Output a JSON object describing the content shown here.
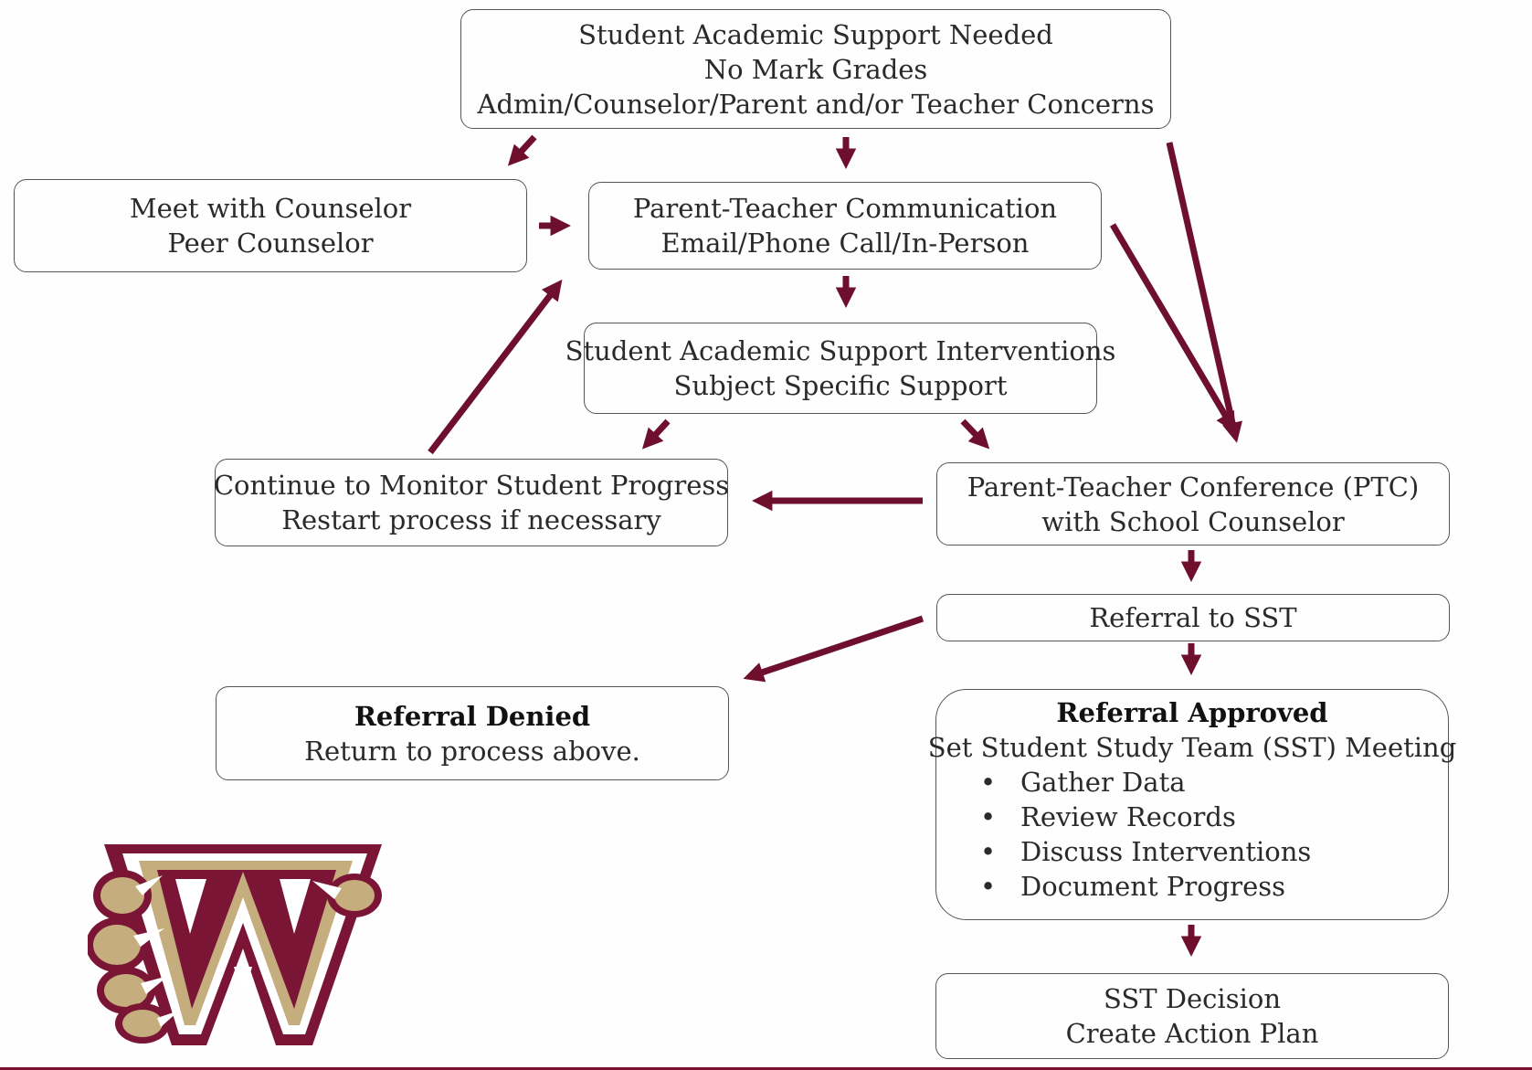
{
  "colors": {
    "arrow": "#6e0f2e",
    "logo_maroon": "#7a1535",
    "logo_gold": "#c6ad7d",
    "border": "#555555"
  },
  "nodes": {
    "start": {
      "lines": [
        "Student Academic Support Needed",
        "No Mark Grades",
        "Admin/Counselor/Parent and/or Teacher Concerns"
      ]
    },
    "counselor": {
      "lines": [
        "Meet with Counselor",
        "Peer Counselor"
      ]
    },
    "communication": {
      "lines": [
        "Parent-Teacher Communication",
        "Email/Phone Call/In-Person"
      ]
    },
    "interventions": {
      "lines": [
        "Student Academic Support Interventions",
        "Subject Specific Support"
      ]
    },
    "monitor": {
      "lines": [
        "Continue to Monitor Student Progress",
        "Restart process if necessary"
      ]
    },
    "ptc": {
      "lines": [
        "Parent-Teacher Conference (PTC)",
        "with School Counselor"
      ]
    },
    "referral": {
      "lines": [
        "Referral to SST"
      ]
    },
    "denied": {
      "title": "Referral Denied",
      "lines": [
        "Return to process above."
      ]
    },
    "approved": {
      "title": "Referral Approved",
      "subtitle": "Set Student Study Team (SST) Meeting",
      "bullets": [
        "Gather Data",
        "Review Records",
        "Discuss Interventions",
        "Document Progress"
      ]
    },
    "decision": {
      "lines": [
        "SST Decision",
        "Create Action Plan"
      ]
    }
  },
  "logo": {
    "letter": "W",
    "icon": "paw-claw-w-logo"
  }
}
